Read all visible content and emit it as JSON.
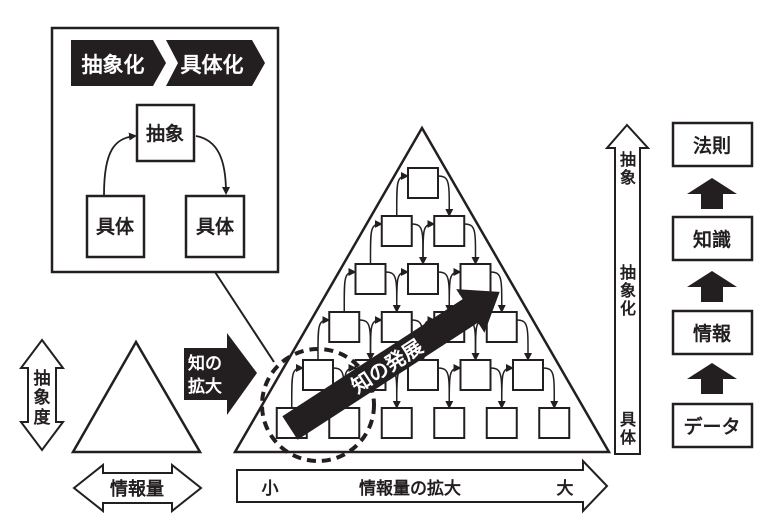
{
  "colors": {
    "ink": "#231f20",
    "paper": "#ffffff"
  },
  "inset": {
    "banner_abstract": "抽象化",
    "banner_concrete": "具体化",
    "box_top": "抽象",
    "box_left": "具体",
    "box_right": "具体"
  },
  "left": {
    "vertical_axis": [
      "抽",
      "象",
      "度"
    ],
    "horizontal_axis": "情報量",
    "expand_arrow": [
      "知の",
      "拡大"
    ]
  },
  "pyramid": {
    "rows": [
      1,
      2,
      3,
      4,
      5,
      6
    ],
    "growth_arrow": "知の発展"
  },
  "bottom_axis": {
    "small": "小",
    "label": "情報量の拡大",
    "large": "大"
  },
  "right_axis": {
    "top": [
      "抽",
      "象"
    ],
    "middle": [
      "抽",
      "象",
      "化"
    ],
    "bottom": [
      "具",
      "体"
    ]
  },
  "hierarchy": [
    "法則",
    "知識",
    "情報",
    "データ"
  ]
}
